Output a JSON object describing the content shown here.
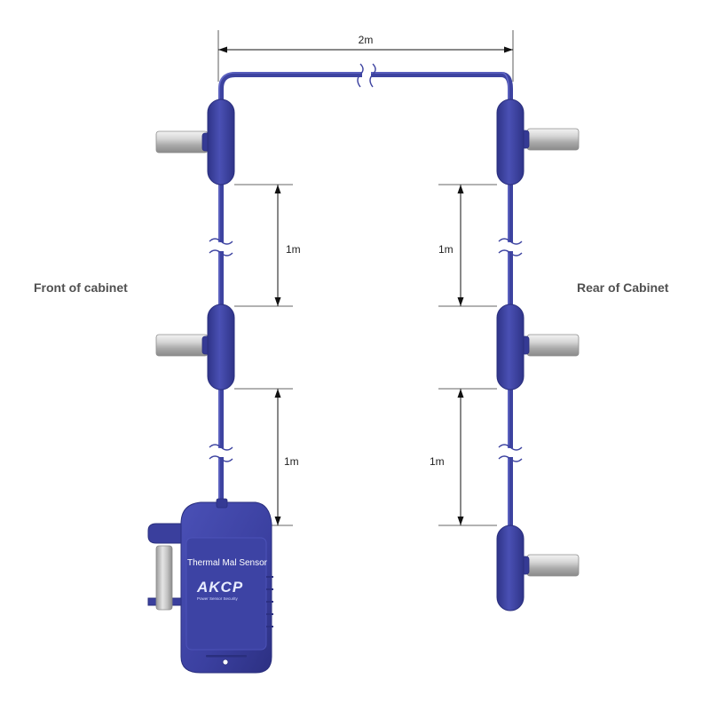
{
  "labels": {
    "front": "Front of cabinet",
    "rear": "Rear of Cabinet"
  },
  "dimensions": {
    "top_span": "2m",
    "front_upper": "1m",
    "front_lower": "1m",
    "rear_upper": "1m",
    "rear_lower": "1m"
  },
  "sensor": {
    "title": "Thermal Mal Sensor",
    "brand": "AKCP",
    "tagline": "Power Sensor Security"
  },
  "colors": {
    "cable": "#3d43a0",
    "probe_body": "#3b40a0",
    "metal_tip": "#c8c8c8"
  }
}
